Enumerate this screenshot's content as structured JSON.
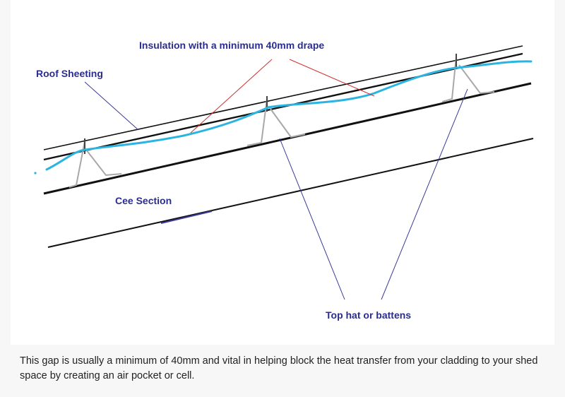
{
  "diagram": {
    "labels": {
      "insulation": "Insulation with a minimum 40mm drape",
      "roof_sheeting": "Roof Sheeting",
      "cee_section": "Cee Section",
      "top_hat": "Top hat or battens"
    },
    "colors": {
      "label_text": "#2b2d8c",
      "insulation": "#2ab4e2",
      "leader_red": "#d03030",
      "leader_blue": "#3a3a9a",
      "bracket": "#a8a8a8",
      "roof_lines": "#111111"
    }
  },
  "caption": {
    "text": "This gap is usually a minimum of 40mm and vital in helping block the heat transfer from your cladding to your shed space by creating an air pocket or cell."
  }
}
